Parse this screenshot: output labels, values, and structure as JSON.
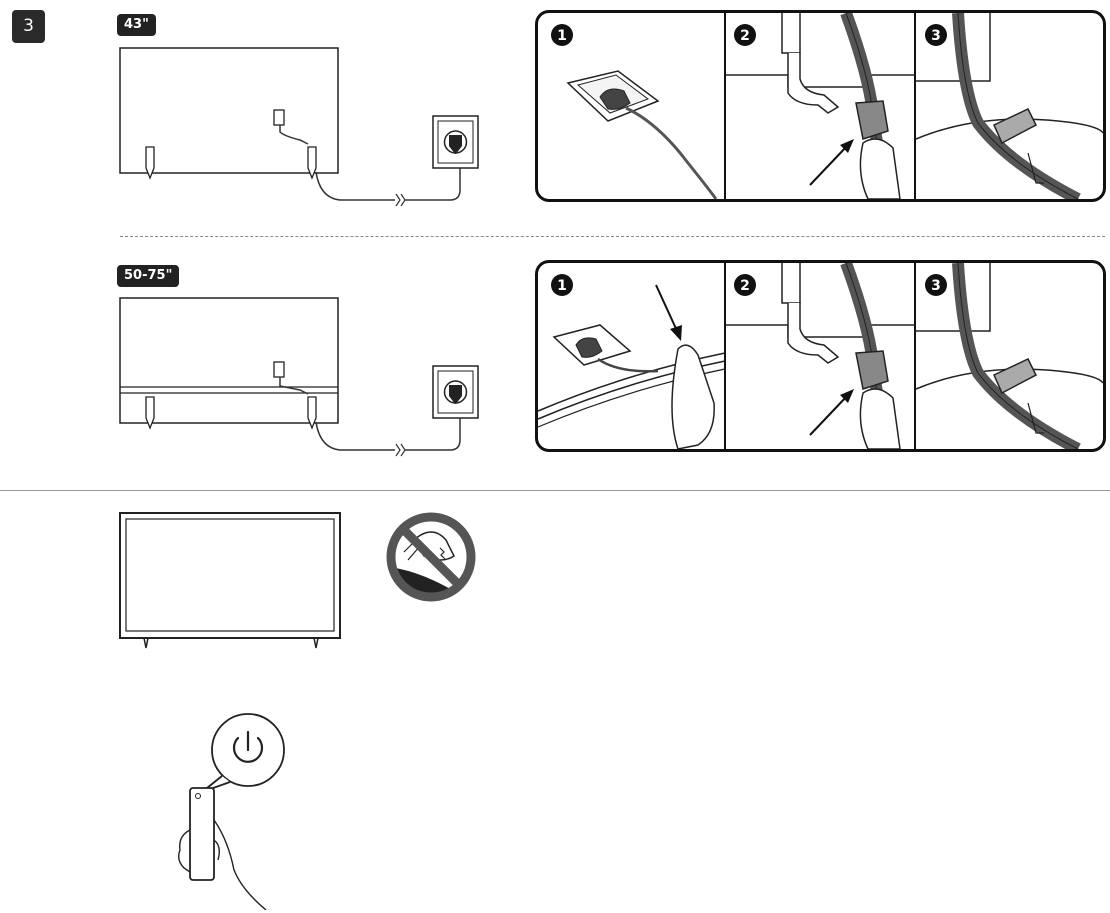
{
  "step": {
    "number": "3"
  },
  "sections": [
    {
      "size_label": "43\"",
      "panel_numbers": [
        "1",
        "2",
        "3"
      ]
    },
    {
      "size_label": "50-75\"",
      "panel_numbers": [
        "1",
        "2",
        "3"
      ]
    }
  ],
  "icons": {
    "no_touch": "no-touch-screen-icon",
    "power": "power-icon",
    "remote": "remote-control-icon"
  }
}
